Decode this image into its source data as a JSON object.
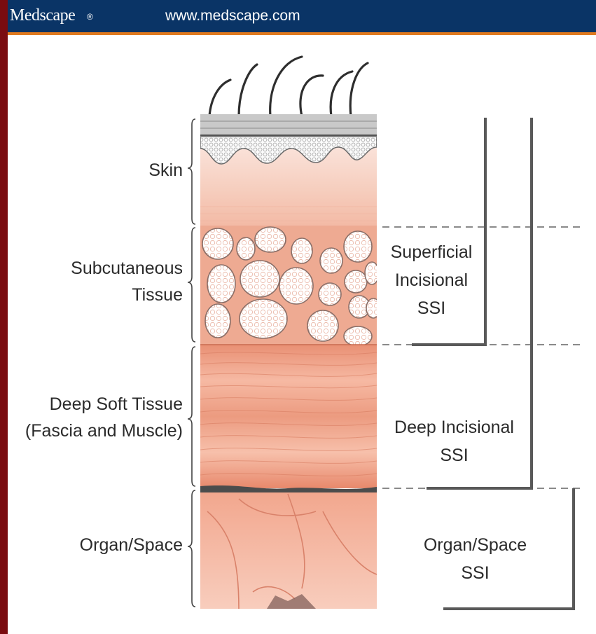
{
  "header": {
    "brand": "Medscape",
    "brand_mark": "®",
    "url": "www.medscape.com"
  },
  "layers": {
    "skin": "Skin",
    "subcutaneous_line1": "Subcutaneous",
    "subcutaneous_line2": "Tissue",
    "deep_line1": "Deep Soft Tissue",
    "deep_line2": "(Fascia and Muscle)",
    "organ": "Organ/Space"
  },
  "ssi": {
    "superficial_line1": "Superficial",
    "superficial_line2": "Incisional",
    "superficial_line3": "SSI",
    "deep_line1": "Deep Incisional",
    "deep_line2": "SSI",
    "organ_line1": "Organ/Space",
    "organ_line2": "SSI"
  },
  "colors": {
    "frame": "#7a0c10",
    "header": "#0a3466",
    "header_accent": "#e07a1f",
    "tissue": "#f0a88e",
    "bracket": "#555555"
  }
}
